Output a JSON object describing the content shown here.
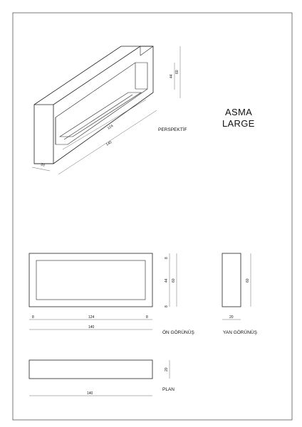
{
  "title": {
    "line1": "ASMA",
    "line2": "LARGE"
  },
  "views": {
    "perspective": {
      "label": "PERSPEKTİF",
      "dim_width_outer": "140",
      "dim_width_inner": "124",
      "dim_depth": "20",
      "dim_height_outer": "60",
      "dim_height_inner": "44"
    },
    "front": {
      "label": "ÖN GÖRÜNÜŞ",
      "dim_left": "8",
      "dim_inner": "124",
      "dim_right": "8",
      "dim_total": "140",
      "dim_top": "8",
      "dim_mid": "44",
      "dim_bottom": "8",
      "dim_height": "60"
    },
    "side": {
      "label": "YAN GÖRÜNÜŞ",
      "dim_width": "20",
      "dim_height": "60"
    },
    "plan": {
      "label": "PLAN",
      "dim_width": "140",
      "dim_depth": "20"
    }
  }
}
